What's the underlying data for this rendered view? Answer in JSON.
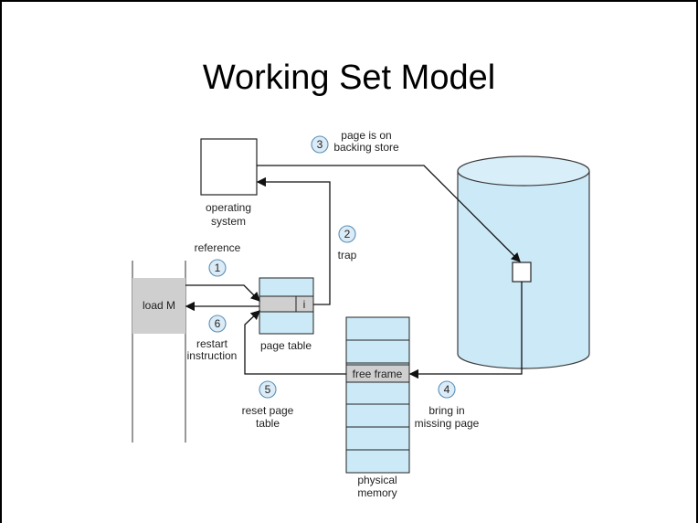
{
  "title": "Working Set Model",
  "labels": {
    "operating_system": [
      "operating",
      "system"
    ],
    "backing_store": [
      "page is on",
      "backing store"
    ],
    "trap": "trap",
    "reference": "reference",
    "load_m": "load M",
    "i_bit": "i",
    "page_table": "page table",
    "restart_instruction": [
      "restart",
      "instruction"
    ],
    "free_frame": "free frame",
    "reset_page_table": [
      "reset page",
      "table"
    ],
    "bring_in_missing_page": [
      "bring in",
      "missing page"
    ],
    "physical_memory": [
      "physical",
      "memory"
    ]
  },
  "steps": [
    "1",
    "2",
    "3",
    "4",
    "5",
    "6"
  ],
  "colors": {
    "disk_fill": "#cce9f7",
    "disk_stroke": "#3b3b3b",
    "step_circle_fill": "#dcecf7",
    "step_circle_stroke": "#5a8fb8",
    "gray_fill": "#cfcfcf",
    "page_table_fill": "#cce9f7"
  }
}
